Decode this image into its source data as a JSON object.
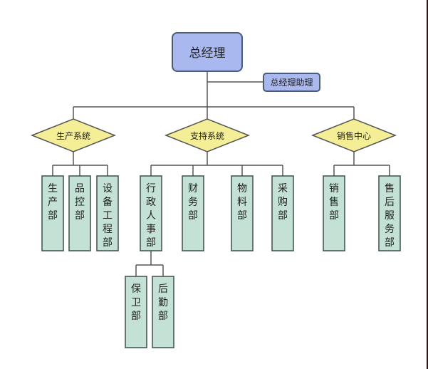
{
  "title": "总经理",
  "assistant": "总经理助理",
  "systems": [
    {
      "name": "生产系统",
      "departments": [
        {
          "name": "生产部"
        },
        {
          "name": "品控部"
        },
        {
          "name": "设备工程部"
        }
      ]
    },
    {
      "name": "支持系统",
      "departments": [
        {
          "name": "行政人事部",
          "children": [
            {
              "name": "保卫部"
            },
            {
              "name": "后勤部"
            }
          ]
        },
        {
          "name": "财务部"
        },
        {
          "name": "物料部"
        },
        {
          "name": "采购部"
        }
      ]
    },
    {
      "name": "销售中心",
      "departments": [
        {
          "name": "销售部"
        },
        {
          "name": "售后服务部"
        }
      ]
    }
  ],
  "colors": {
    "top_fill": "#a9b9ef",
    "top_stroke": "#4a5a7a",
    "diamond_fill": "#f4ee96",
    "dept_fill": "#c4e1d6",
    "dept_stroke": "#3f4f4a",
    "line": "#555555"
  }
}
